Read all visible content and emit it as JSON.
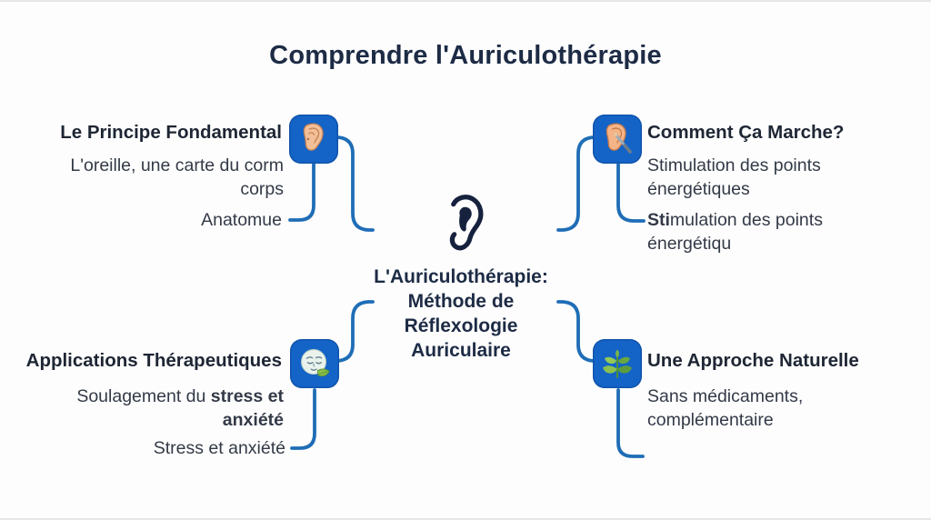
{
  "title": "Comprendre l'Auriculothérapie",
  "colors": {
    "accent_blue_lines": "#1f6db6",
    "icon_background": "#1464c8",
    "navy_text": "#1d2b45",
    "body_text": "#333a47"
  },
  "center": {
    "icon": "ear-outline",
    "label": "L'Auriculothérapie:\nMéthode de\nRéflexologie\nAuriculaire"
  },
  "branches": {
    "principe": {
      "heading": "Le Principe Fondamental",
      "icon": "ear",
      "item1_line1": "L'oreille, une carte du corm",
      "item1_line2": "corps",
      "item2": "Anatomue"
    },
    "marche": {
      "heading": "Comment Ça Marche?",
      "icon": "ear-exam",
      "item1_line1": "Stimulation des points",
      "item1_line2": "énergétiques",
      "item2_bold": "Sti",
      "item2_rest": "mulation des points",
      "item2_line2": "énergétiqu"
    },
    "applications": {
      "heading": "Applications Thérapeutiques",
      "icon": "calm-face-leaf",
      "item1_normal": "Soulagement du ",
      "item1_bold": "stress et",
      "item1_line2_bold": "anxiété",
      "item2": "Stress et anxiété"
    },
    "naturelle": {
      "heading": "Une Approche Naturelle",
      "icon": "seedling",
      "item1_line1": "Sans médicaments,",
      "item1_line2": "complémentaire"
    }
  }
}
